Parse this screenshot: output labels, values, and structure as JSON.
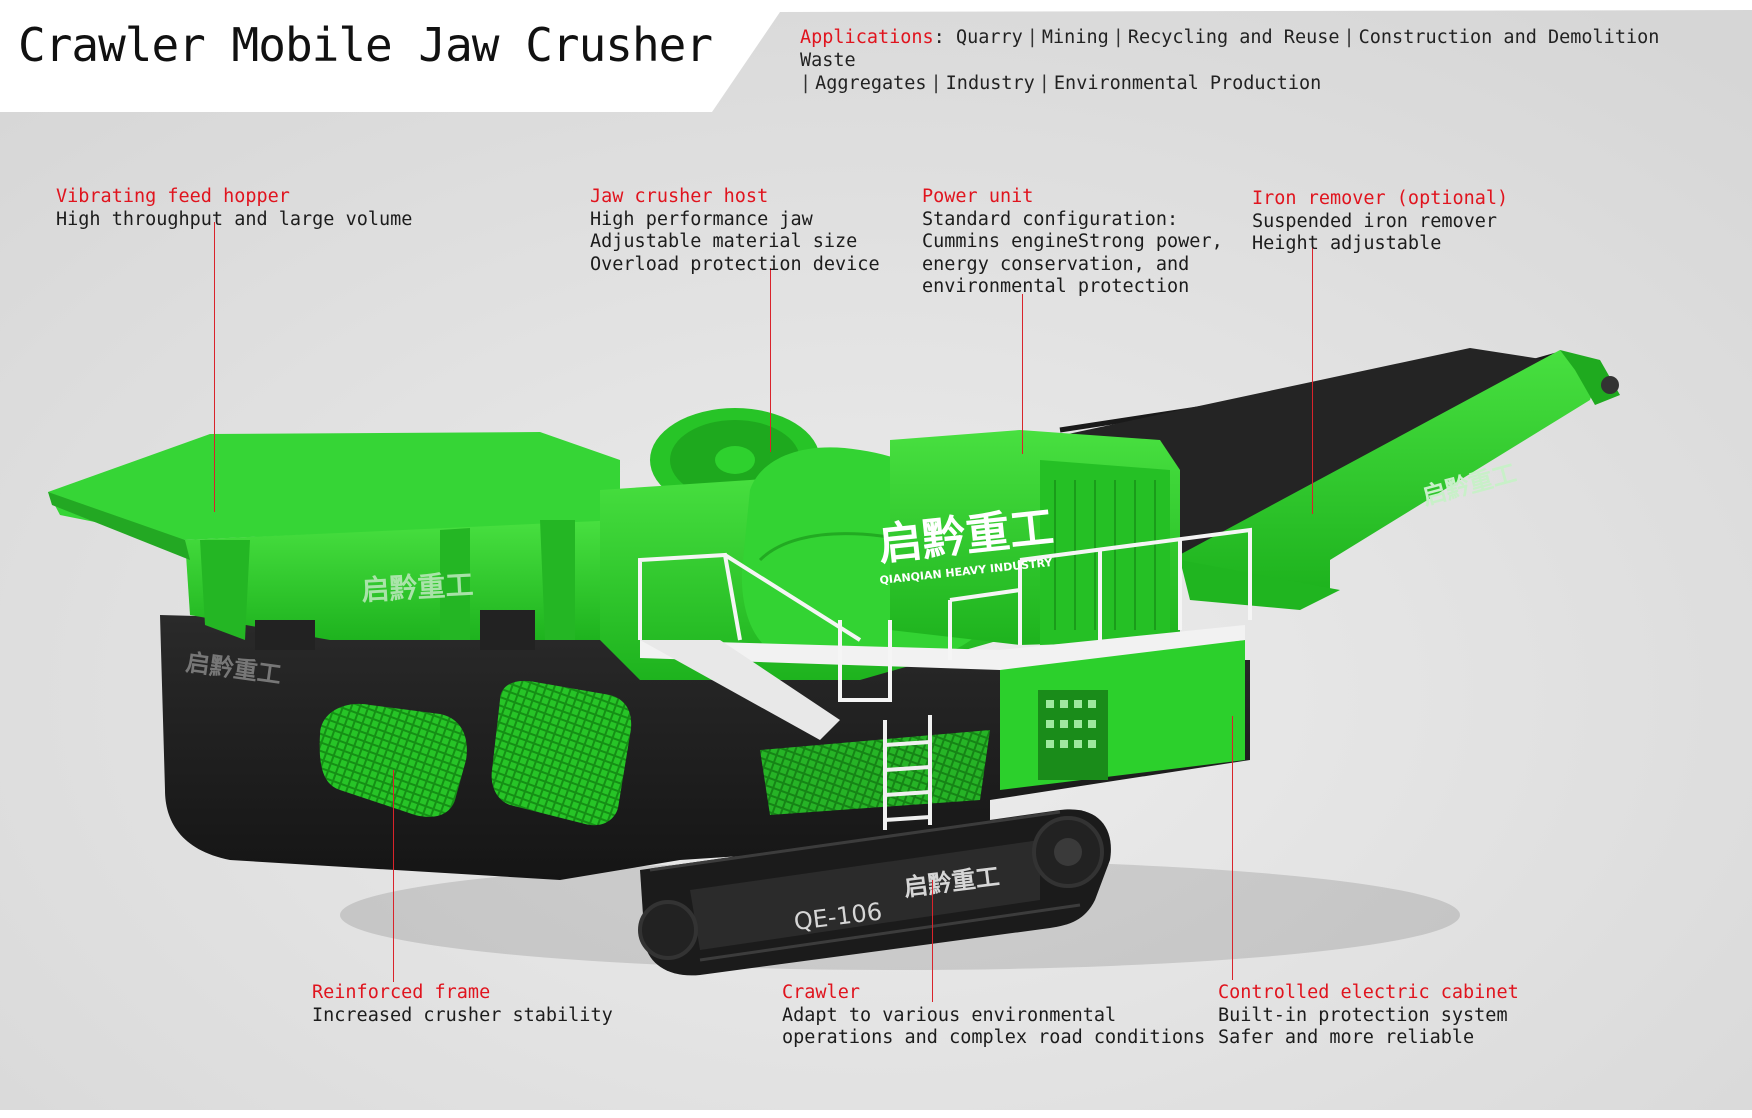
{
  "title": "Crawler Mobile Jaw Crusher",
  "applications": {
    "label": "Applications",
    "items": [
      "Quarry",
      "Mining",
      "Recycling and Reuse",
      "Construction and Demolition Waste",
      "Aggregates",
      "Industry",
      "Environmental Production"
    ]
  },
  "machine": {
    "brand_cn": "启黔重工",
    "brand_en": "QIANQIAN HEAVY INDUSTRY",
    "model": "QE-106"
  },
  "callouts": {
    "hopper": {
      "title": "Vibrating feed hopper",
      "lines": [
        "High throughput and large volume"
      ]
    },
    "jaw": {
      "title": "Jaw crusher host",
      "lines": [
        "High performance jaw",
        "Adjustable material size",
        "Overload protection device"
      ]
    },
    "power": {
      "title": "Power unit",
      "lines": [
        "Standard configuration:",
        "Cummins engineStrong power,",
        "energy conservation, and",
        "environmental protection"
      ]
    },
    "iron": {
      "title": "Iron remover (optional)",
      "lines": [
        "Suspended iron remover",
        "Height adjustable"
      ]
    },
    "frame": {
      "title": "Reinforced frame",
      "lines": [
        "Increased crusher stability"
      ]
    },
    "crawler": {
      "title": "Crawler",
      "lines": [
        "Adapt to various environmental",
        "operations and complex road conditions"
      ]
    },
    "cabinet": {
      "title": "Controlled electric cabinet",
      "lines": [
        "Built-in protection system",
        "Safer and more reliable"
      ]
    }
  },
  "colors": {
    "accent": "#e0141e",
    "machine_green": "#2ed12e",
    "machine_dark": "#1f1f1f",
    "background": "#e4e4e4"
  }
}
